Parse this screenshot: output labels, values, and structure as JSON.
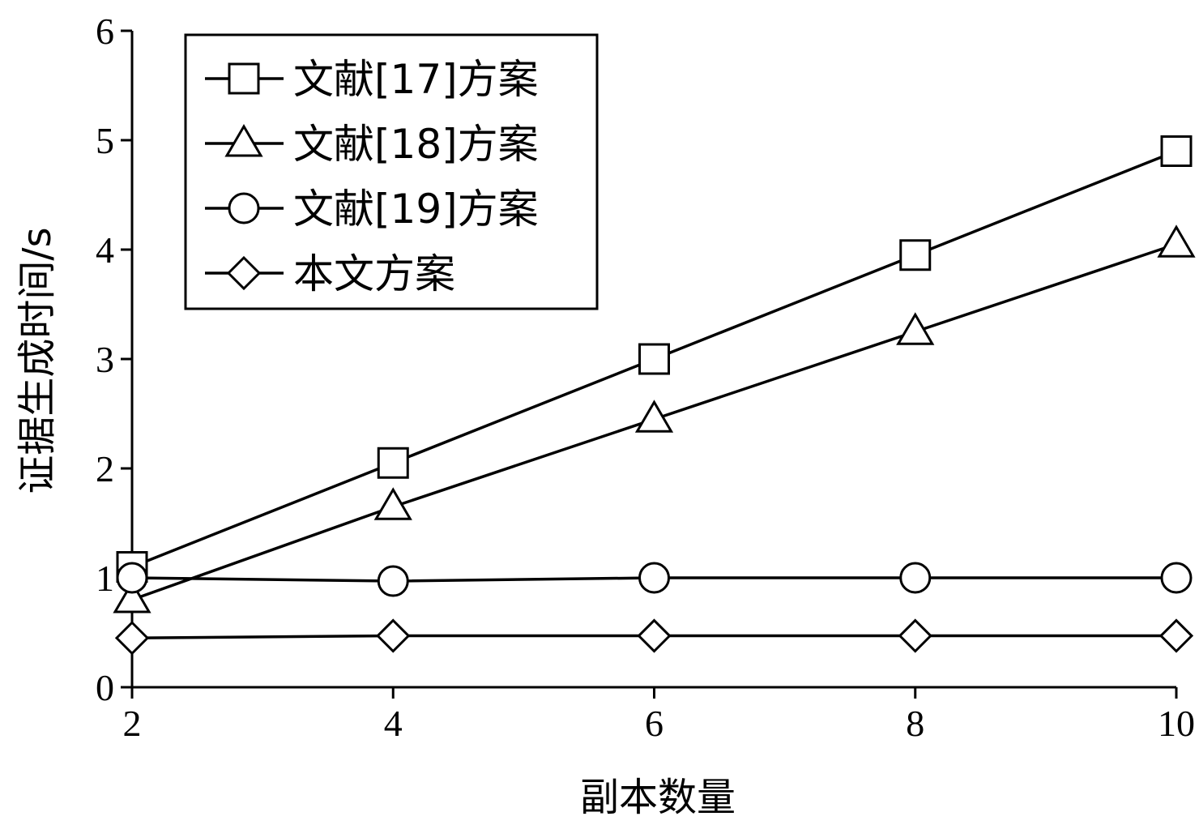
{
  "chart_data": {
    "type": "line",
    "xlabel": "副本数量",
    "ylabel": "证据生成时间/s",
    "x": [
      2,
      4,
      6,
      8,
      10
    ],
    "xlim": [
      2,
      10
    ],
    "ylim": [
      0,
      6
    ],
    "xticks": [
      "2",
      "4",
      "6",
      "8",
      "10"
    ],
    "yticks": [
      "0",
      "1",
      "2",
      "3",
      "4",
      "5",
      "6"
    ],
    "grid": false,
    "legend_position": "top-left",
    "series": [
      {
        "name": "文献[17]方案",
        "marker": "square",
        "values": [
          1.1,
          2.05,
          3.0,
          3.95,
          4.9
        ]
      },
      {
        "name": "文献[18]方案",
        "marker": "triangle",
        "values": [
          0.8,
          1.65,
          2.45,
          3.25,
          4.05
        ]
      },
      {
        "name": "文献[19]方案",
        "marker": "circle",
        "values": [
          1.0,
          0.97,
          1.0,
          1.0,
          1.0
        ]
      },
      {
        "name": "本文方案",
        "marker": "diamond",
        "values": [
          0.45,
          0.47,
          0.47,
          0.47,
          0.47
        ]
      }
    ]
  }
}
